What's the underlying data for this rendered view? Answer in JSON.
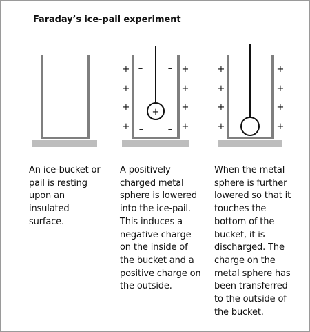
{
  "title": "Faraday’s ice-pail experiment",
  "colors": {
    "pail": "#7f7f7f",
    "surface": "#bdbdbd",
    "sphere": "#111111",
    "text": "#111111"
  },
  "signs": {
    "positive": "+",
    "negative": "–",
    "sphere_charge": "+"
  },
  "captions": [
    "An ice-bucket or\npail is resting\nupon an\ninsulated\nsurface.",
    "A positively\ncharged metal\nsphere is lowered\ninto the ice-pail.\nThis induces a\nnegative charge\non the inside of\nthe bucket and a\npositive charge on\nthe outside.",
    "When the metal\nsphere is further\nlowered so that it\ntouches the\nbottom of the\nbucket, it is\ndischarged.  The\ncharge on the\nmetal sphere has\nbeen transferred\nto the outside of\nthe bucket."
  ]
}
